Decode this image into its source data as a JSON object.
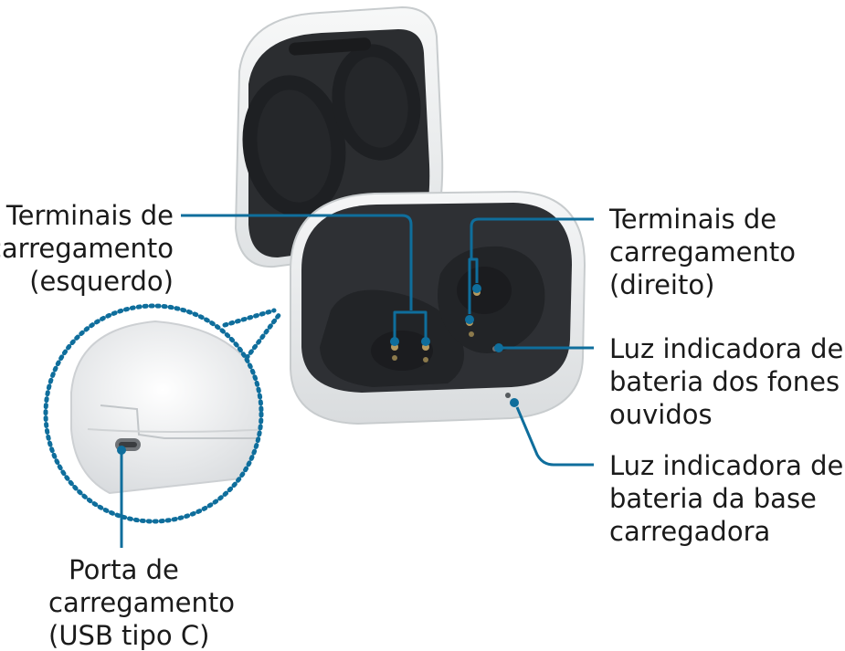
{
  "labels": {
    "charging_terminals_left": [
      "Terminais de",
      "carregamento",
      "(esquerdo)"
    ],
    "charging_terminals_right": [
      "Terminais de",
      "carregamento",
      "(direito)"
    ],
    "earbuds_battery_light": [
      "Luz indicadora de",
      "bateria dos fones de",
      "ouvidos"
    ],
    "case_battery_light": [
      "Luz indicadora de",
      "bateria da base",
      "carregadora"
    ],
    "charging_port": [
      "Porta de",
      "carregamento",
      "(USB tipo C)"
    ]
  },
  "colors": {
    "leader_line": "#0f6e9c",
    "case_shell": "#eef0f1",
    "case_interior": "#2e3034",
    "terminal": "#b59a5f",
    "zoom_border": "#0f6e9c"
  }
}
